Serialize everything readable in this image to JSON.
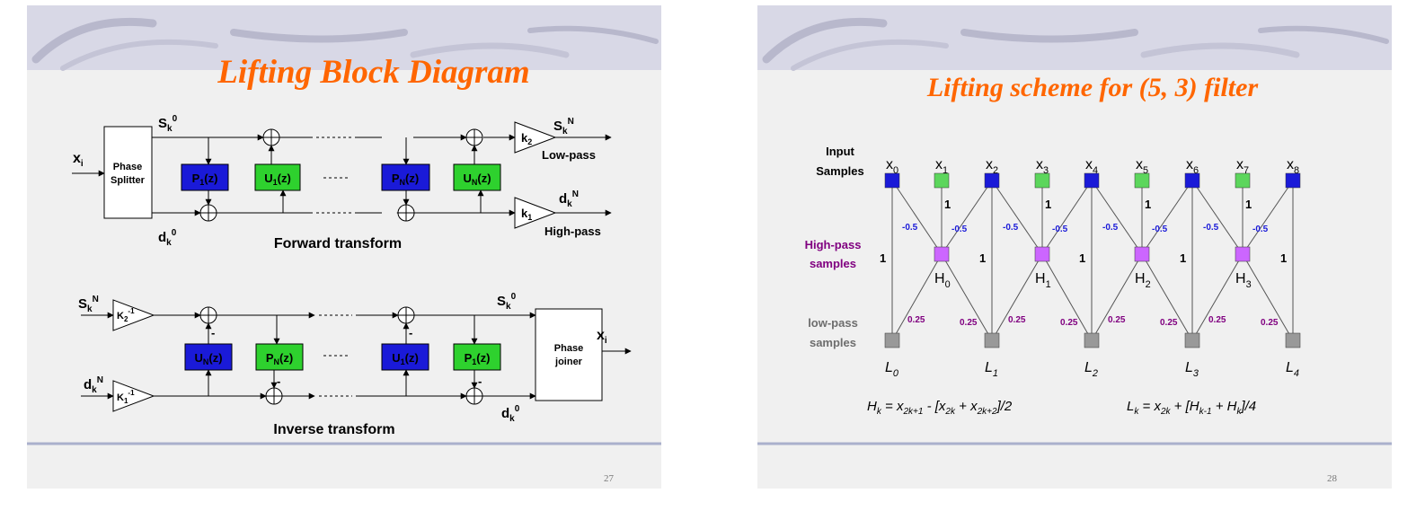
{
  "slide27": {
    "title": "Lifting Block Diagram",
    "page_number": "27",
    "forward": {
      "caption": "Forward transform",
      "input": "x",
      "input_sub": "i",
      "splitter": [
        "Phase",
        "Splitter"
      ],
      "s_top": "S",
      "s_top_sub": "k",
      "s_top_sup": "0",
      "d_bot": "d",
      "d_bot_sub": "k",
      "d_bot_sup": "0",
      "p1": "P",
      "p1_sub": "1",
      "p1_tail": "(z)",
      "u1": "U",
      "u1_sub": "1",
      "u1_tail": "(z)",
      "pn": "P",
      "pn_sub": "N",
      "pn_tail": "(z)",
      "un": "U",
      "un_sub": "N",
      "un_tail": "(z)",
      "k2": "k",
      "k2_sub": "2",
      "k1": "k",
      "k1_sub": "1",
      "out_s": "S",
      "out_s_sub": "k",
      "out_s_sup": "N",
      "out_d": "d",
      "out_d_sub": "k",
      "out_d_sup": "N",
      "lowpass": "Low-pass",
      "highpass": "High-pass"
    },
    "inverse": {
      "caption": "Inverse transform",
      "in_s": "S",
      "in_s_sub": "k",
      "in_s_sup": "N",
      "in_d": "d",
      "in_d_sub": "k",
      "in_d_sup": "N",
      "k2inv": "K",
      "k2inv_sub": "2",
      "k2inv_sup": "-1",
      "k1inv": "K",
      "k1inv_sub": "1",
      "k1inv_sup": "-1",
      "un": "U",
      "un_sub": "N",
      "un_tail": "(z)",
      "pn": "P",
      "pn_sub": "N",
      "pn_tail": "(z)",
      "u1": "U",
      "u1_sub": "1",
      "u1_tail": "(z)",
      "p1": "P",
      "p1_sub": "1",
      "p1_tail": "(z)",
      "s_out": "S",
      "s_out_sub": "k",
      "s_out_sup": "0",
      "d_out": "d",
      "d_out_sub": "k",
      "d_out_sup": "0",
      "joiner": [
        "Phase",
        "joiner"
      ],
      "output": "x",
      "output_sub": "i",
      "minus": "-"
    },
    "colors": {
      "predict_block": "#1a1ad8",
      "update_block": "#2ed12e",
      "title": "#ff6600"
    }
  },
  "slide28": {
    "title": "Lifting scheme for (5, 3) filter",
    "page_number": "28",
    "row_input": [
      "Input",
      "Samples"
    ],
    "row_high": [
      "High-pass",
      "samples"
    ],
    "row_low": [
      "low-pass",
      "samples"
    ],
    "x_labels": [
      {
        "b": "x",
        "s": "0"
      },
      {
        "b": "x",
        "s": "1"
      },
      {
        "b": "x",
        "s": "2"
      },
      {
        "b": "x",
        "s": "3"
      },
      {
        "b": "x",
        "s": "4"
      },
      {
        "b": "x",
        "s": "5"
      },
      {
        "b": "x",
        "s": "6"
      },
      {
        "b": "x",
        "s": "7"
      },
      {
        "b": "x",
        "s": "8"
      }
    ],
    "h_labels": [
      {
        "b": "H",
        "s": "0"
      },
      {
        "b": "H",
        "s": "1"
      },
      {
        "b": "H",
        "s": "2"
      },
      {
        "b": "H",
        "s": "3"
      }
    ],
    "l_labels": [
      {
        "b": "L",
        "s": "0"
      },
      {
        "b": "L",
        "s": "1"
      },
      {
        "b": "L",
        "s": "2"
      },
      {
        "b": "L",
        "s": "3"
      },
      {
        "b": "L",
        "s": "4"
      }
    ],
    "weight_one": "1",
    "weight_predict": "-0.5",
    "weight_update": "0.25",
    "formula_h": {
      "a": "H",
      "a_s": "k",
      "b": " = x",
      "b_s": "2k+1",
      "c": " - [x",
      "c_s": "2k",
      "d": " + x",
      "d_s": "2k+2",
      "e": "]/2"
    },
    "formula_l": {
      "a": "L",
      "a_s": "k",
      "b": " = x",
      "b_s": "2k",
      "c": " + [H",
      "c_s": "k-1",
      "d": " + H",
      "d_s": "k",
      "e": "]/4"
    },
    "colors": {
      "even_node": "#1a1ad8",
      "odd_node": "#5cd65c",
      "high_node": "#cc66ff",
      "low_node": "#999999",
      "predict_text": "#1a1ad8",
      "update_text": "#800080",
      "high_label": "#800080",
      "low_label": "#6d6d6d"
    }
  }
}
